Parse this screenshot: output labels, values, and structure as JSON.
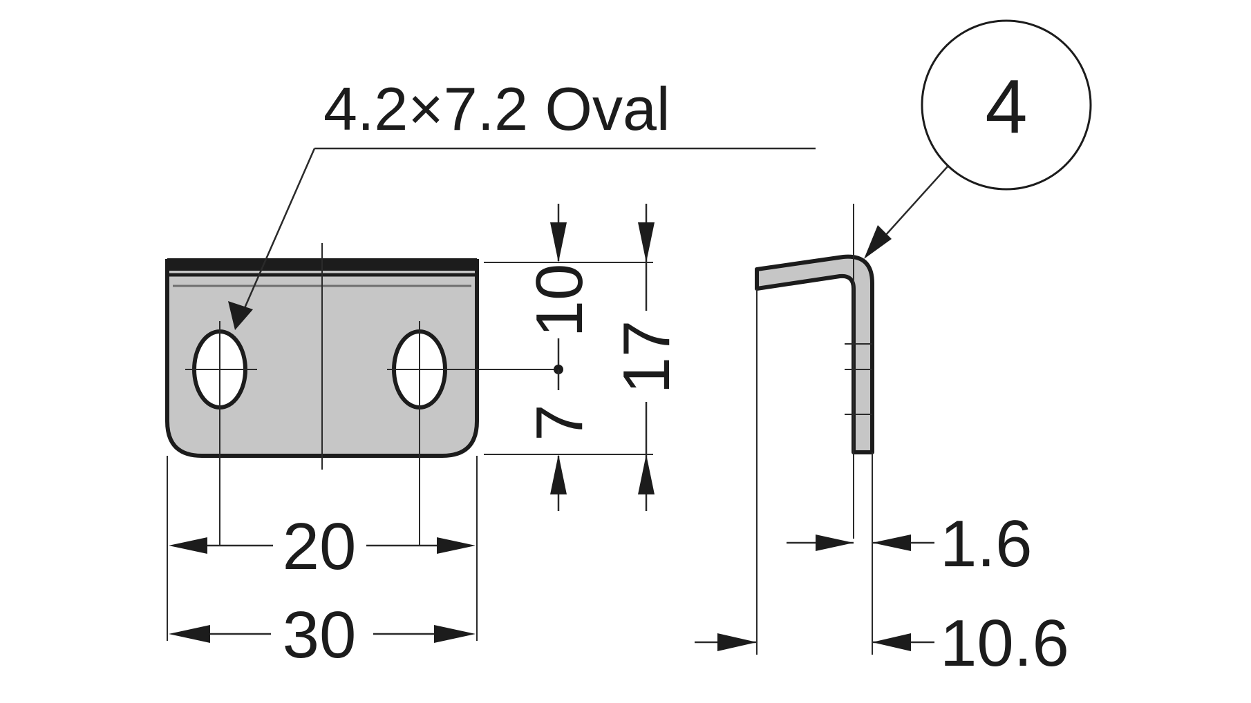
{
  "diagram": {
    "hole_label": "4.2×7.2 Oval",
    "callout_number": "4",
    "dims": {
      "inner_width": "20",
      "outer_width": "30",
      "top_to_hole": "10",
      "hole_to_bottom": "7",
      "total_height": "17",
      "thickness": "1.6",
      "depth": "10.6"
    },
    "colors": {
      "plate_fill": "#c6c6c6",
      "line": "#1c1c1c",
      "edge": "#2a2a2a"
    }
  }
}
